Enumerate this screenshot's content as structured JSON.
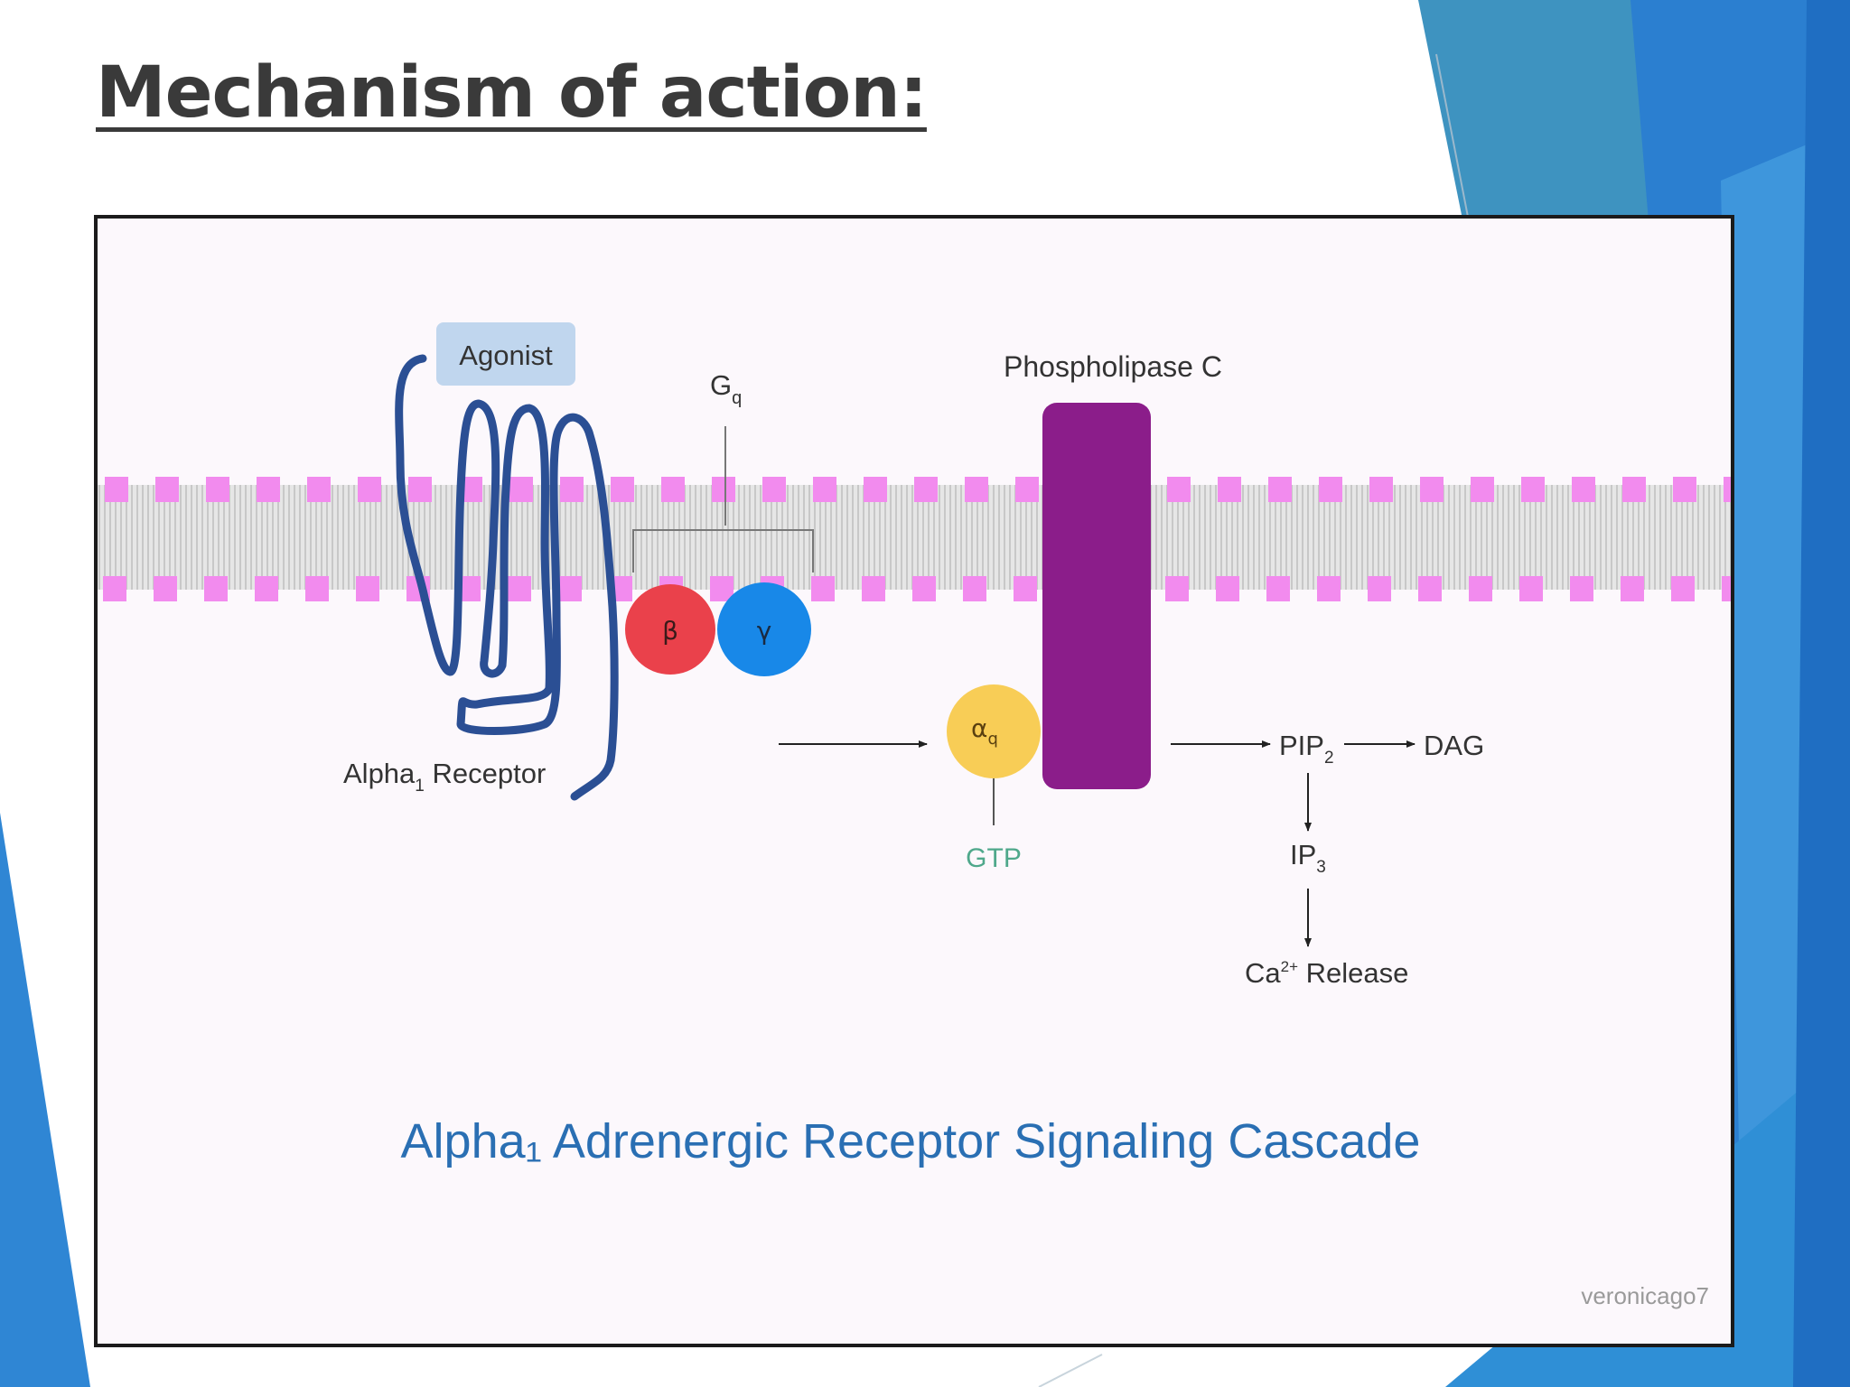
{
  "slide": {
    "title": "Mechanism of action:"
  },
  "diagram": {
    "caption": "Alpha₁ Adrenergic Receptor Signaling Cascade",
    "watermark": "veronicago7",
    "labels": {
      "agonist": "Agonist",
      "g_protein_base": "G",
      "g_protein_sub": "q",
      "phospholipase": "Phospholipase C",
      "receptor_base": "Alpha",
      "receptor_sub": "1",
      "receptor_rest": " Receptor",
      "beta": "β",
      "gamma": "γ",
      "alpha_base": "α",
      "alpha_sub": "q",
      "gtp": "GTP",
      "pip2_base": "PIP",
      "pip2_sub": "2",
      "dag": "DAG",
      "ip3_base": "IP",
      "ip3_sub": "3",
      "ca_base": "Ca",
      "ca_sup": "2+",
      "ca_rest": " Release"
    },
    "colors": {
      "receptor": "#2b4f94",
      "agonist_box": "#c0d6ee",
      "beta": "#ea414b",
      "gamma": "#1888e8",
      "alpha": "#f8cd56",
      "phospholipase": "#8b1d8a",
      "membrane_square": "#f28bee",
      "gtp": "#4fa88b",
      "caption": "#2a6fb3"
    }
  }
}
